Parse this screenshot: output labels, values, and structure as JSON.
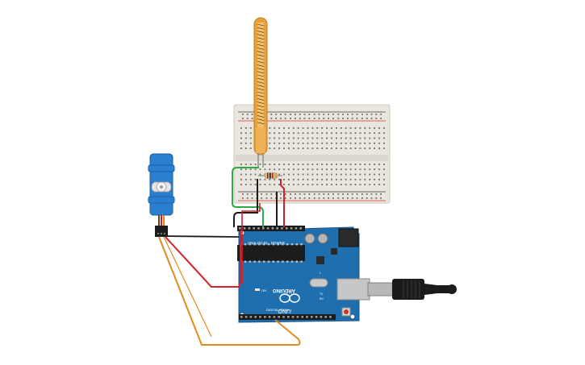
{
  "circuit": {
    "board": {
      "brand_text": "ARDUINO",
      "model_text": "UNO",
      "power_header_label": "POWER",
      "analog_header_label": "ANALOG IN",
      "digital_header_label": "DIGITAL (PWM~)",
      "on_led_label": "ON",
      "tx_label": "TX",
      "rx_label": "RX",
      "l_label": "L",
      "board_color": "#1f6fae",
      "chip_color": "#1c1c1c"
    },
    "breadboard": {
      "body_color": "#e9e6df",
      "rail_positive_color": "#d8333a",
      "rail_negative_color": "#3a3a3a"
    },
    "flex_sensor": {
      "color": "#e8a03a",
      "trace_color": "#3a2a10"
    },
    "servo": {
      "color": "#2b7fd1",
      "horn_color": "#e6e6e6"
    },
    "resistor": {
      "color": "#d9b68a"
    },
    "usb_cable": {
      "color": "#1b1b1b",
      "connector_color": "#b8b8b8"
    },
    "wires": {
      "green": "#2fa845",
      "red": "#d0202a",
      "black": "#1c1c1c",
      "orange": "#e08a1e"
    }
  }
}
